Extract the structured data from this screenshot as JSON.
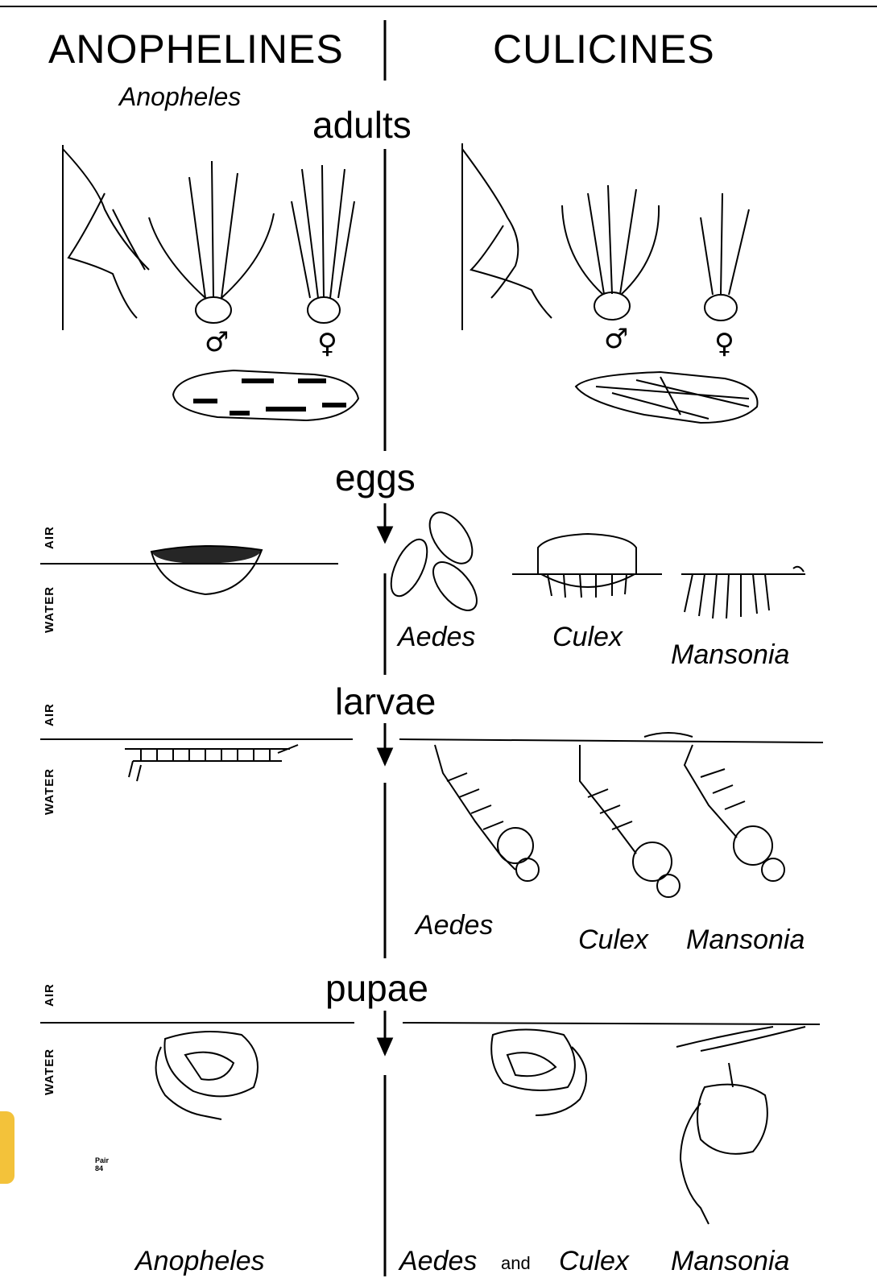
{
  "headers": {
    "left": "ANOPHELINES",
    "right": "CULICINES"
  },
  "genus_top": "Anopheles",
  "stages": {
    "adults": "adults",
    "eggs": "eggs",
    "larvae": "larvae",
    "pupae": "pupae"
  },
  "axis": {
    "air": "AIR",
    "water": "WATER"
  },
  "symbols": {
    "male": "♂",
    "female": "♀"
  },
  "eggs_labels": {
    "aedes": "Aedes",
    "culex": "Culex",
    "mansonia": "Mansonia"
  },
  "larvae_labels": {
    "aedes": "Aedes",
    "culex": "Culex",
    "mansonia": "Mansonia"
  },
  "pupae_labels": {
    "anopheles": "Anopheles",
    "aedes": "Aedes",
    "and": "and",
    "culex": "Culex",
    "mansonia": "Mansonia"
  },
  "signature": "Pair 84"
}
